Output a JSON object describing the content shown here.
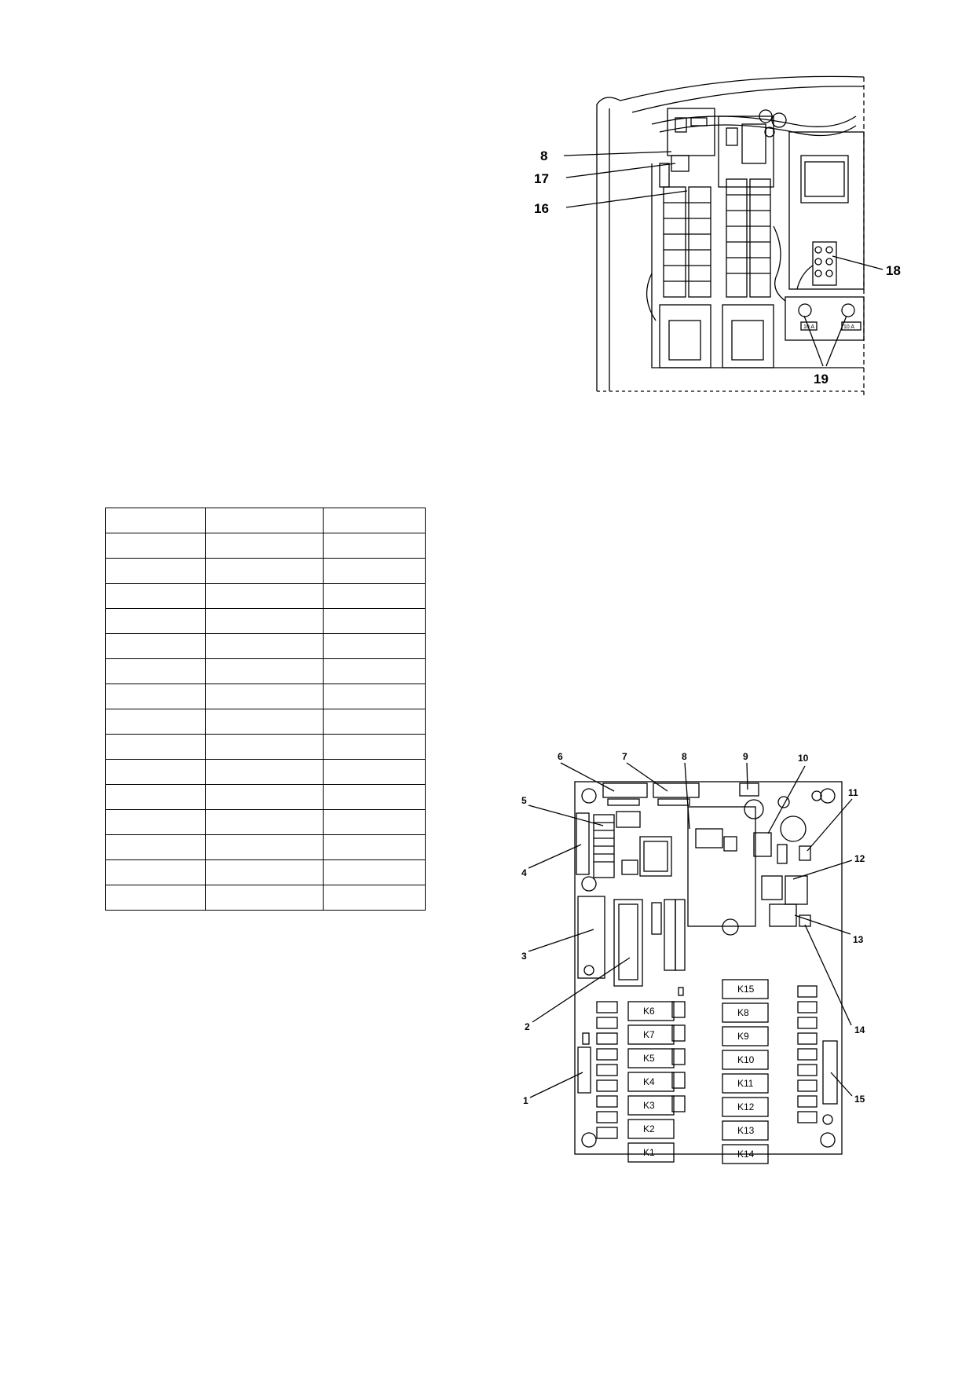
{
  "enclosure_figure": {
    "callouts": [
      {
        "id": "8",
        "label": "8"
      },
      {
        "id": "17",
        "label": "17"
      },
      {
        "id": "16",
        "label": "16"
      },
      {
        "id": "18",
        "label": "18"
      },
      {
        "id": "19",
        "label": "19"
      }
    ],
    "fuse_labels": [
      "10 A",
      "10 A"
    ]
  },
  "table": {
    "rows": 16,
    "cols": 3
  },
  "pcb_figure": {
    "callouts": [
      {
        "id": "1",
        "label": "1"
      },
      {
        "id": "2",
        "label": "2"
      },
      {
        "id": "3",
        "label": "3"
      },
      {
        "id": "4",
        "label": "4"
      },
      {
        "id": "5",
        "label": "5"
      },
      {
        "id": "6",
        "label": "6"
      },
      {
        "id": "7",
        "label": "7"
      },
      {
        "id": "8",
        "label": "8"
      },
      {
        "id": "9",
        "label": "9"
      },
      {
        "id": "10",
        "label": "10"
      },
      {
        "id": "11",
        "label": "11"
      },
      {
        "id": "12",
        "label": "12"
      },
      {
        "id": "13",
        "label": "13"
      },
      {
        "id": "14",
        "label": "14"
      },
      {
        "id": "15",
        "label": "15"
      }
    ],
    "relays_left": [
      "K6",
      "K7",
      "K5",
      "K4",
      "K3",
      "K2",
      "K1"
    ],
    "relays_right": [
      "K15",
      "K8",
      "K9",
      "K10",
      "K11",
      "K12",
      "K13",
      "K14"
    ]
  }
}
